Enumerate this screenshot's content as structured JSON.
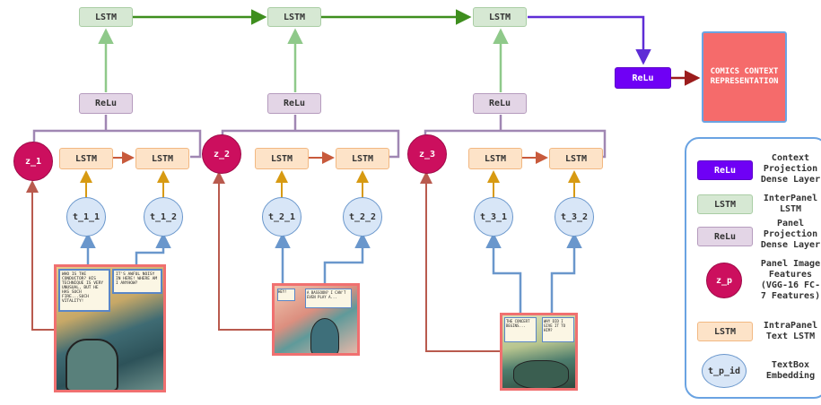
{
  "labels": {
    "lstm": "LSTM",
    "relu": "ReLu",
    "context_rep": "COMICS CONTEXT REPRESENTATION",
    "z1": "z_1",
    "z2": "z_2",
    "z3": "z_3",
    "t11": "t_1_1",
    "t12": "t_1_2",
    "t21": "t_2_1",
    "t22": "t_2_2",
    "t31": "t_3_1",
    "t32": "t_3_2"
  },
  "legend": {
    "relu_ctx": {
      "symbol": "ReLu",
      "text": "Context Projection Dense Layer"
    },
    "lstm_inter": {
      "symbol": "LSTM",
      "text": "InterPanel LSTM"
    },
    "relu_panel": {
      "symbol": "ReLu",
      "text": "Panel Projection Dense Layer"
    },
    "z_p": {
      "symbol": "z_p",
      "text": "Panel Image Features (VGG-16 FC-7 Features)"
    },
    "lstm_intra": {
      "symbol": "LSTM",
      "text": "IntraPanel Text LSTM"
    },
    "t_p_id": {
      "symbol": "t_p_id",
      "text": "TextBox Embedding"
    }
  },
  "panels": {
    "panel1_text": [
      "WHO IS THE CONDUCTOR? HIS TECHNIQUE IS VERY UNUSUAL, BUT HE HAS SUCH FIRE...SUCH VITALITY!",
      "IT'S AWFUL NOISY IN HERE! WHERE AM I ANYHOW?"
    ],
    "panel2_text": [
      "HEY!",
      "A BASSOON? I CAN'T EVEN PLAY A..."
    ],
    "panel3_text": [
      "THE CONCERT BEGINS...",
      "WHY DID I GIVE IT TO HIM?"
    ]
  },
  "colors": {
    "inter_arrow": "#3e8e1e",
    "relu_inter_arrow": "#8fc98a",
    "relu_to_ctx_arrow": "#5e2dd6",
    "ctx_out_arrow": "#9b1c1c",
    "panel_to_z_arrow": "#b95a4e",
    "intra_arrow": "#c85a3c",
    "t_to_lstm_arrow": "#d79a12",
    "panel_bracket": "#a087b3",
    "textbox_arrow": "#6a97cc"
  }
}
